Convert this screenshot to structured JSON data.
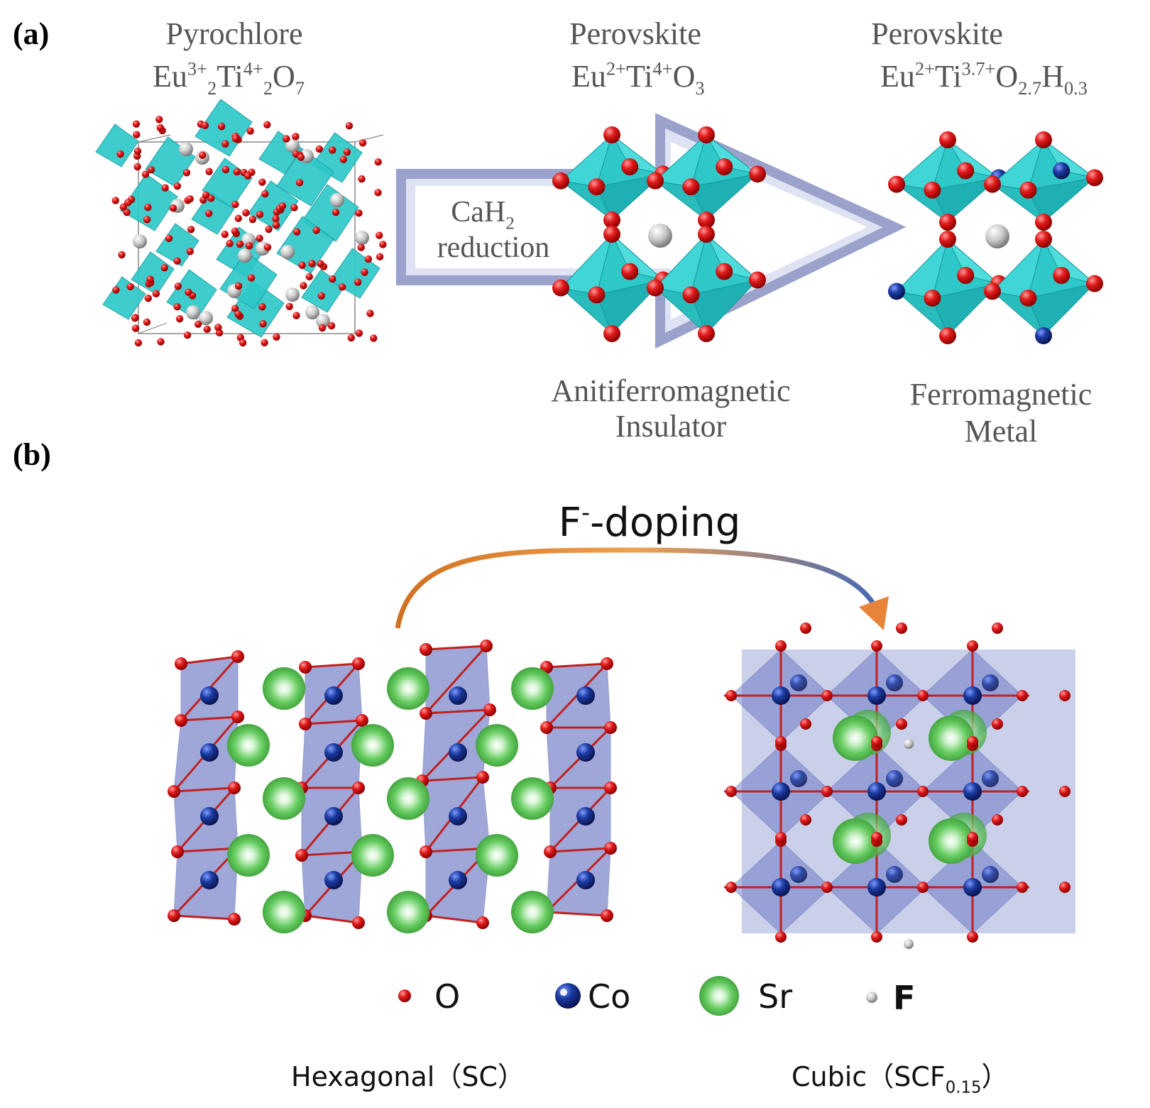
{
  "panel_a": {
    "label": "(a)",
    "pyrochlore": {
      "name": "Pyrochlore",
      "formula": [
        {
          "t": "Eu"
        },
        {
          "t": "3+",
          "s": "sup"
        },
        {
          "t": "2",
          "s": "sub"
        },
        {
          "t": "Ti"
        },
        {
          "t": "4+",
          "s": "sup"
        },
        {
          "t": "2",
          "s": "sub"
        },
        {
          "t": "O"
        },
        {
          "t": "7",
          "s": "sub"
        }
      ]
    },
    "perovskite_1": {
      "name": "Perovskite",
      "formula": [
        {
          "t": "Eu"
        },
        {
          "t": "2+",
          "s": "sup"
        },
        {
          "t": "Ti"
        },
        {
          "t": "4+",
          "s": "sup"
        },
        {
          "t": "O"
        },
        {
          "t": "3",
          "s": "sub"
        }
      ],
      "caption_line1": "Anitiferromagnetic",
      "caption_line2": "Insulator"
    },
    "perovskite_2": {
      "name": "Perovskite",
      "formula": [
        {
          "t": "Eu"
        },
        {
          "t": "2+",
          "s": "sup"
        },
        {
          "t": "Ti"
        },
        {
          "t": "3.7+",
          "s": "sup"
        },
        {
          "t": "O"
        },
        {
          "t": "2.7",
          "s": "sub"
        },
        {
          "t": "H"
        },
        {
          "t": "0.3",
          "s": "sub"
        }
      ],
      "caption_line1": "Ferromagnetic",
      "caption_line2": "Metal"
    },
    "arrow": {
      "line1": [
        {
          "t": "CaH"
        },
        {
          "t": "2",
          "s": "sub"
        }
      ],
      "line2": "reduction"
    }
  },
  "panel_b": {
    "label": "(b)",
    "process": [
      {
        "t": "F"
      },
      {
        "t": "-",
        "s": "sup"
      },
      {
        "t": "-doping"
      }
    ],
    "legend": [
      {
        "symbol": "O",
        "color": "#e01a1a",
        "size": "small"
      },
      {
        "symbol": "Co",
        "color": "#1a3aa0",
        "size": "medium"
      },
      {
        "symbol": "Sr",
        "color": "#5ec85a",
        "size": "large"
      },
      {
        "symbol": "F",
        "color": "#c8c8c8",
        "size": "tiny",
        "bold": true
      }
    ],
    "hexagonal_caption": "Hexagonal（SC）",
    "cubic_caption": [
      {
        "t": "Cubic（SCF"
      },
      {
        "t": "0.15",
        "s": "sub"
      },
      {
        "t": "）"
      }
    ]
  },
  "colors": {
    "octahedron_cyan": "#2ec8c8",
    "octahedron_blue": "#5060b8",
    "oxygen_red": "#e01a1a",
    "arrow_lavender": "#9aa2cc",
    "arrow_orange": "#e8843a"
  }
}
